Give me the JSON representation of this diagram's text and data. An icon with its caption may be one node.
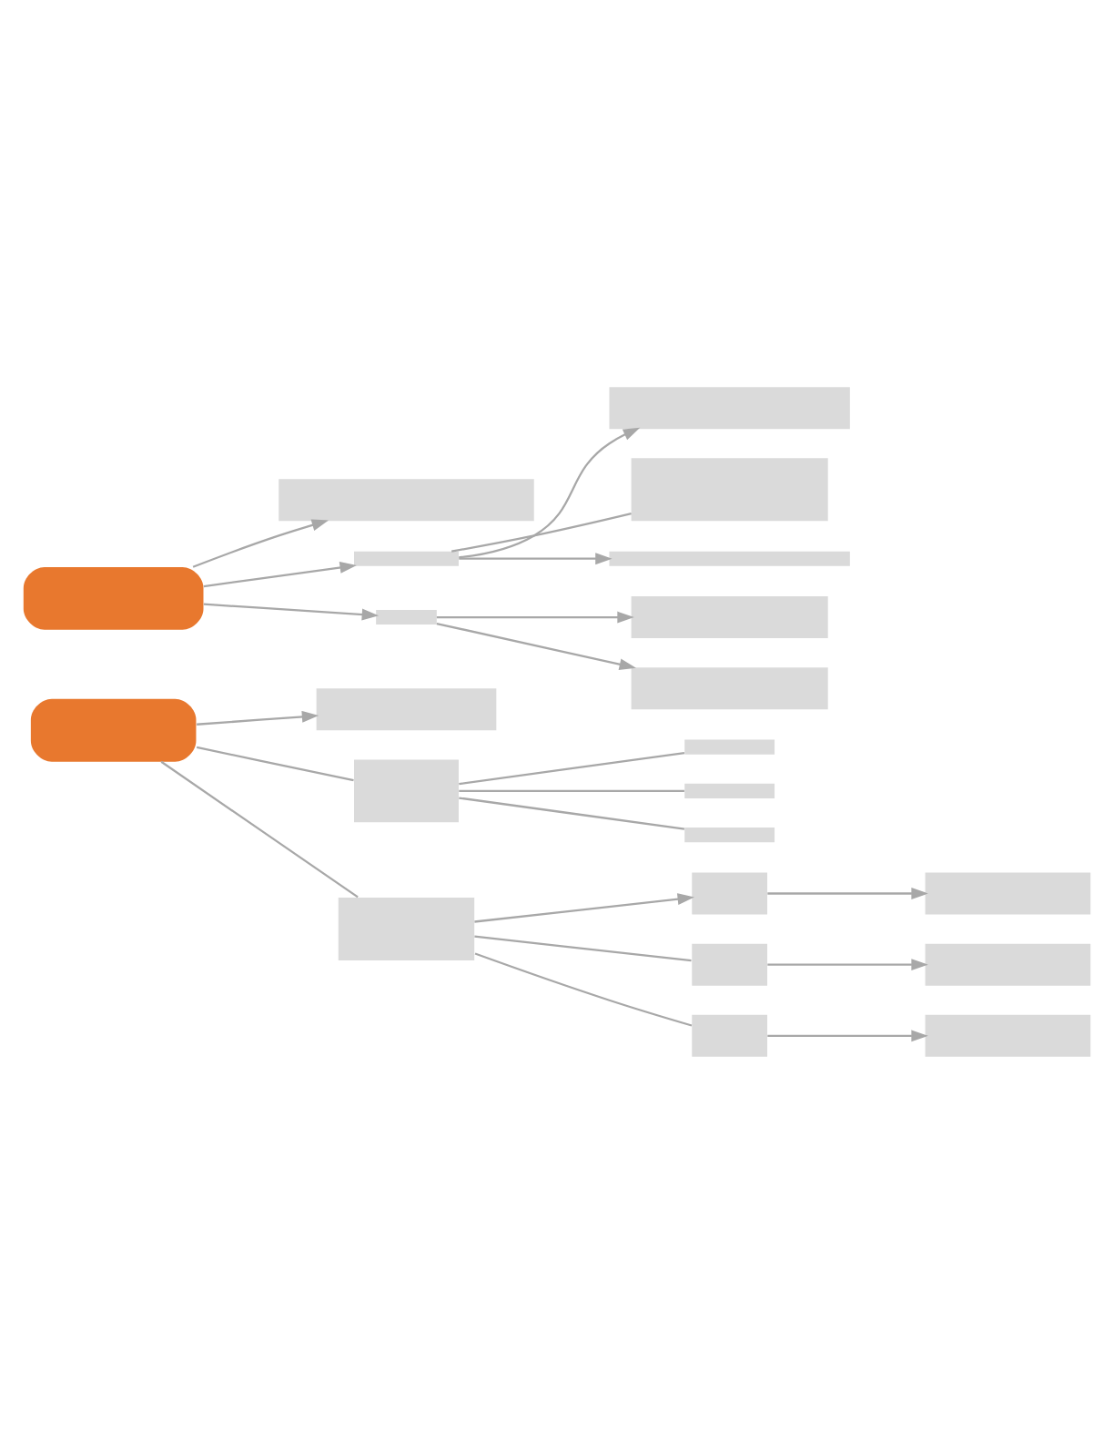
{
  "diagram": {
    "nodes": [
      {
        "text": [],
        "shape": "box"
      },
      {
        "text": [],
        "shape": "bar"
      },
      {
        "text": [],
        "shape": "bar"
      },
      {
        "text": [],
        "shape": "bar"
      },
      {
        "text": [],
        "shape": "bar"
      },
      {
        "text": [],
        "shape": "bar"
      },
      {
        "text": [],
        "shape": "bar"
      },
      {
        "text": [],
        "shape": "bar"
      },
      {
        "text": [],
        "shape": "bar"
      },
      {
        "text": [],
        "shape": "box"
      },
      {
        "text": [],
        "shape": "bar"
      },
      {
        "text": [],
        "shape": "bar"
      },
      {
        "text": [],
        "shape": "bar"
      },
      {
        "text": [],
        "shape": "bar"
      },
      {
        "text": [],
        "shape": "bar"
      },
      {
        "text": [],
        "shape": "bar"
      },
      {
        "text": [],
        "shape": "bar"
      },
      {
        "text": [],
        "shape": "bar"
      },
      {
        "text": [],
        "shape": "bar"
      },
      {
        "text": [],
        "shape": "bar"
      },
      {
        "text": [],
        "shape": "bar"
      },
      {
        "text": [],
        "shape": "bar"
      }
    ],
    "edges": [
      {
        "from": 0,
        "to": 1,
        "arrow": "to"
      },
      {
        "from": 0,
        "to": 2,
        "arrow": "to"
      },
      {
        "from": 0,
        "to": 6,
        "arrow": "to"
      },
      {
        "from": 2,
        "to": 3,
        "arrow": "to"
      },
      {
        "from": 2,
        "to": 4,
        "arrow": "none"
      },
      {
        "from": 2,
        "to": 5,
        "arrow": "to"
      },
      {
        "from": 6,
        "to": 7,
        "arrow": "to"
      },
      {
        "from": 6,
        "to": 8,
        "arrow": "to"
      },
      {
        "from": 9,
        "to": 10,
        "arrow": "to"
      },
      {
        "from": 9,
        "to": 11,
        "arrow": "none"
      },
      {
        "from": 9,
        "to": 15,
        "arrow": "none"
      },
      {
        "from": 11,
        "to": 12,
        "arrow": "none"
      },
      {
        "from": 11,
        "to": 13,
        "arrow": "none"
      },
      {
        "from": 11,
        "to": 14,
        "arrow": "none"
      },
      {
        "from": 15,
        "to": 16,
        "arrow": "to"
      },
      {
        "from": 15,
        "to": 18,
        "arrow": "none"
      },
      {
        "from": 15,
        "to": 20,
        "arrow": "none"
      },
      {
        "from": 16,
        "to": 17,
        "arrow": "to"
      },
      {
        "from": 18,
        "to": 19,
        "arrow": "to"
      },
      {
        "from": 20,
        "to": 21,
        "arrow": "to"
      }
    ]
  }
}
